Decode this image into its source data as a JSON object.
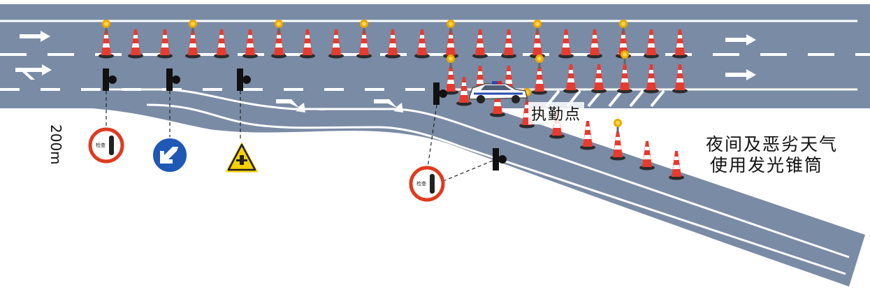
{
  "labels": {
    "distance": "200m",
    "checkpoint": "执勤点",
    "note_line1": "夜间及恶劣天气",
    "note_line2": "使用发光锥筒"
  },
  "signs": {
    "inspection_text": "检查"
  },
  "colors": {
    "road": "#7a8ba5",
    "marking": "#ffffff",
    "cone": "#e63b2e",
    "sign_blue": "#1f58b5",
    "sign_yellow": "#f7d200",
    "sign_red": "#e03a1f",
    "beacon": "#f0a800"
  },
  "icons": [
    "traffic-cone",
    "warning-beacon",
    "police-car",
    "lane-arrow",
    "keep-left-sign",
    "slow-down-sign",
    "checkpoint-sign"
  ]
}
